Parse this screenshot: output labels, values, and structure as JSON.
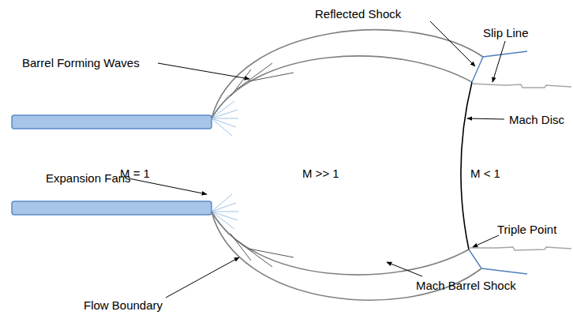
{
  "diagram": {
    "labels": [
      "Barrel Forming Waves",
      "Reflected Shock",
      "Slip Line",
      "Mach Disc",
      "M = 1",
      "M >> 1",
      "M < 1",
      "Expansion Fans",
      "Triple Point",
      "Mach Barrel Shock",
      "Flow Boundary"
    ]
  }
}
